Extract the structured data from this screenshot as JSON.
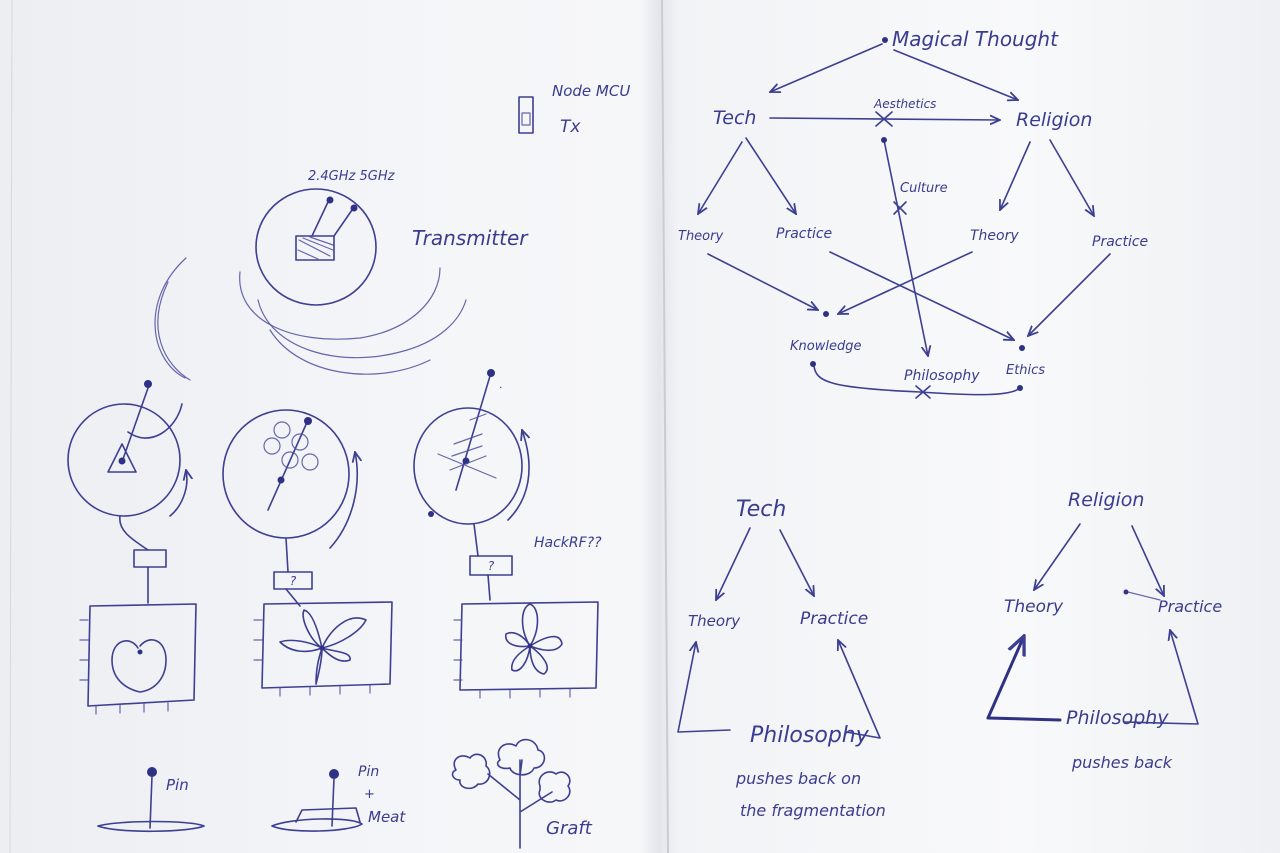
{
  "left_page": {
    "mcu_labels": {
      "line1": "Node MCU",
      "line2": "Tx"
    },
    "frequency": "2.4GHz 5GHz",
    "transmitter": "Transmitter",
    "unknown_a": "?",
    "unknown_b": "?",
    "hackrf": "HackRF??",
    "pin": "Pin",
    "pin_meat": {
      "line1": "Pin",
      "line2": "+",
      "line3": "Meat"
    },
    "graft": "Graft"
  },
  "right_page": {
    "network": {
      "magical_thought": "Magical Thought",
      "tech": "Tech",
      "aesthetics": "Aesthetics",
      "religion": "Religion",
      "culture": "Culture",
      "tech_theory": "Theory",
      "tech_practice": "Practice",
      "religion_theory": "Theory",
      "religion_practice": "Practice",
      "knowledge": "Knowledge",
      "philosophy": "Philosophy",
      "ethics": "Ethics"
    },
    "tech_triangle": {
      "top": "Tech",
      "left": "Theory",
      "right": "Practice",
      "bottom": "Philosophy",
      "note_line1": "pushes back on",
      "note_line2": "the fragmentation"
    },
    "religion_triangle": {
      "top": "Religion",
      "left": "Theory",
      "right": "Practice",
      "bottom": "Philosophy",
      "note": "pushes back"
    }
  }
}
